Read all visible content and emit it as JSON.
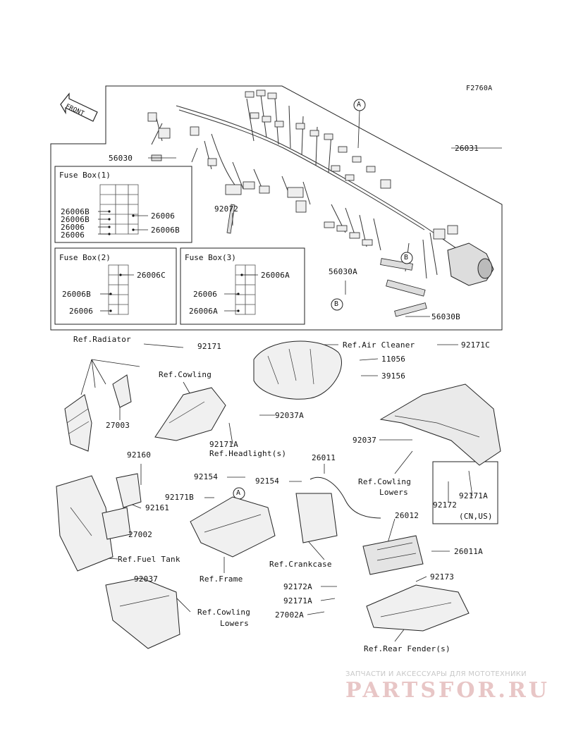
{
  "figure_code": "F2760A",
  "front_label": "FRONT",
  "fuse_boxes": [
    {
      "title": "Fuse Box(1)",
      "left_labels": [
        "26006B",
        "26006B",
        "26006",
        "26006"
      ],
      "right_labels": [
        "26006",
        "26006B"
      ]
    },
    {
      "title": "Fuse Box(2)",
      "left_labels": [
        "26006B",
        "26006"
      ],
      "right_labels": [
        "26006C"
      ]
    },
    {
      "title": "Fuse Box(3)",
      "left_labels": [
        "26006",
        "26006A"
      ],
      "right_labels": [
        "26006A"
      ]
    }
  ],
  "markers": {
    "a": "A",
    "b": "B"
  },
  "parts": {
    "p56030": "56030",
    "p26031": "26031",
    "p92072": "92072",
    "p56030A": "56030A",
    "p56030B": "56030B",
    "p92171": "92171",
    "p92171C": "92171C",
    "p11056": "11056",
    "p39156": "39156",
    "p27003": "27003",
    "p92037A": "92037A",
    "p92171A_head": "92171A",
    "p92037_right": "92037",
    "p92160": "92160",
    "p92154_a": "92154",
    "p26011": "26011",
    "p92154_b": "92154",
    "p92171B": "92171B",
    "p92161": "92161",
    "p27002": "27002",
    "p26012": "26012",
    "p26011A": "26011A",
    "p92171A_right": "92171A",
    "p92172": "92172",
    "p92037_bottom": "92037",
    "p92173": "92173",
    "p92172A": "92172A",
    "p92171A_bottom": "92171A",
    "p27002A": "27002A"
  },
  "refs": {
    "radiator": "Ref.Radiator",
    "cowling": "Ref.Cowling",
    "air_cleaner": "Ref.Air Cleaner",
    "headlights": "Ref.Headlight(s)",
    "cowling_lowers_right_1": "Ref.Cowling",
    "cowling_lowers_right_2": "Lowers",
    "cn_us": "(CN,US)",
    "fuel_tank": "Ref.Fuel Tank",
    "frame": "Ref.Frame",
    "crankcase": "Ref.Crankcase",
    "cowling_lowers_bottom_1": "Ref.Cowling",
    "cowling_lowers_bottom_2": "Lowers",
    "rear_fenders": "Ref.Rear Fender(s)"
  },
  "watermark": {
    "top": "ЗАПЧАСТИ И АКСЕССУАРЫ ДЛЯ МОТОТЕХНИКИ",
    "logo": "PARTSFOR.RU"
  }
}
